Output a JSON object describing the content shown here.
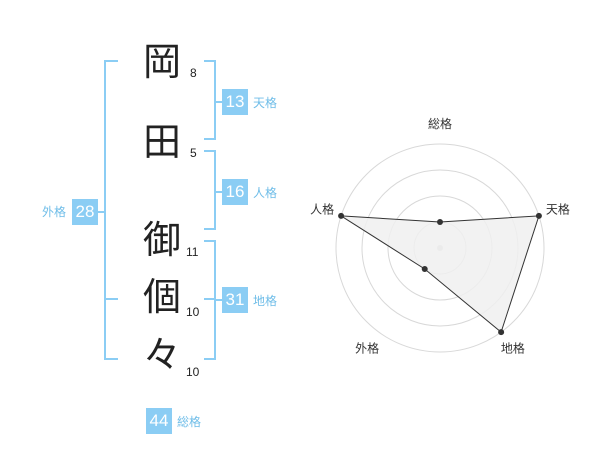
{
  "name": {
    "chars": [
      "岡",
      "田",
      "御",
      "個",
      "々"
    ],
    "strokes": [
      "8",
      "5",
      "11",
      "10",
      "10"
    ]
  },
  "fortunes": {
    "tenkaku": {
      "label": "天格",
      "value": "13"
    },
    "jinkaku": {
      "label": "人格",
      "value": "16"
    },
    "chikaku": {
      "label": "地格",
      "value": "31"
    },
    "gaikaku": {
      "label": "外格",
      "value": "28"
    },
    "soukaku": {
      "label": "総格",
      "value": "44"
    }
  },
  "colors": {
    "accent": "#8bcdf4",
    "label": "#6fbde8",
    "radar_fill": "#f0f0f0"
  },
  "chart_data": {
    "type": "radar",
    "axes": [
      "総格",
      "天格",
      "地格",
      "外格",
      "人格"
    ],
    "values": [
      1,
      4,
      4,
      1,
      4
    ],
    "range": [
      0,
      4
    ],
    "rings": 4
  }
}
